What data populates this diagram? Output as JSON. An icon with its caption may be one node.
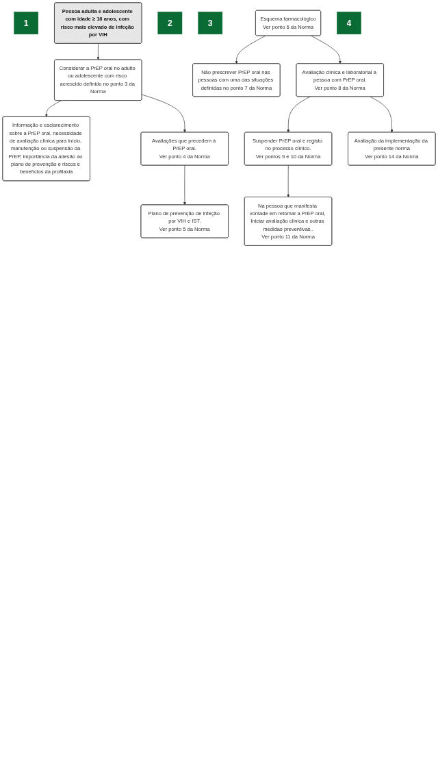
{
  "diagram": {
    "nodes": [
      {
        "text": [
          "1"
        ]
      },
      {
        "text": [
          "Pessoa adulta e adolescente com idade ≥ 16 anos, com risco mais elevado de infeção por VIH"
        ]
      },
      {
        "text": [
          "2"
        ]
      },
      {
        "text": [
          "Considerar a PrEP oral no adulto ou adolescente com risco acrescido definido no ponto 3 da Norma"
        ]
      },
      {
        "text": [
          "Informação e esclarecimento sobre a PrEP oral, necessidade de avaliação clínica para início, manutenção ou suspensão da PrEP, importância da adesão ao plano de prevenção e riscos e benefícios da profilaxia"
        ]
      },
      {
        "text": [
          "Avaliações que precedem à PrEP oral.",
          "Ver ponto 4 da Norma"
        ]
      },
      {
        "text": [
          "Plano de prevenção de infeção por VIH e IST.",
          "Ver ponto 5 da Norma"
        ]
      },
      {
        "text": [
          "3"
        ]
      },
      {
        "text": [
          "Esquema farmacológico",
          "Ver ponto 6 da Norma"
        ]
      },
      {
        "text": [
          "Não prescrever PrEP oral nas pessoas com uma das situações definidas no ponto 7 da Norma"
        ]
      },
      {
        "text": [
          "4"
        ]
      },
      {
        "text": [
          "Avaliação clínica e laboratorial à pessoa com PrEP oral.",
          "Ver ponto 8 da Norma"
        ]
      },
      {
        "text": [
          "Suspender PrEP oral e registo no processo clínico.",
          "Ver pontos 9 e 10 da Norma"
        ]
      },
      {
        "text": [
          "Avaliação da implementação da presente norma",
          "Ver ponto 14 da Norma"
        ]
      },
      {
        "text": [
          "Na pessoa que manifesta vontade em retomar a PrEP oral, Iniciar avaliação clínica e outras medidas preventivas..",
          "Ver ponto 11 da Norma"
        ]
      }
    ],
    "edges": [
      {
        "from": 1,
        "to": 3,
        "arrow": "to"
      },
      {
        "from": 3,
        "to": 4,
        "arrow": "to"
      },
      {
        "from": 3,
        "to": 5,
        "arrow": "to"
      },
      {
        "from": 5,
        "to": 6,
        "arrow": "to"
      },
      {
        "from": 8,
        "to": 9,
        "arrow": "to"
      },
      {
        "from": 8,
        "to": 11,
        "arrow": "to"
      },
      {
        "from": 11,
        "to": 12,
        "arrow": "to"
      },
      {
        "from": 11,
        "to": 13,
        "arrow": "to"
      },
      {
        "from": 12,
        "to": 14,
        "arrow": "to"
      }
    ]
  }
}
